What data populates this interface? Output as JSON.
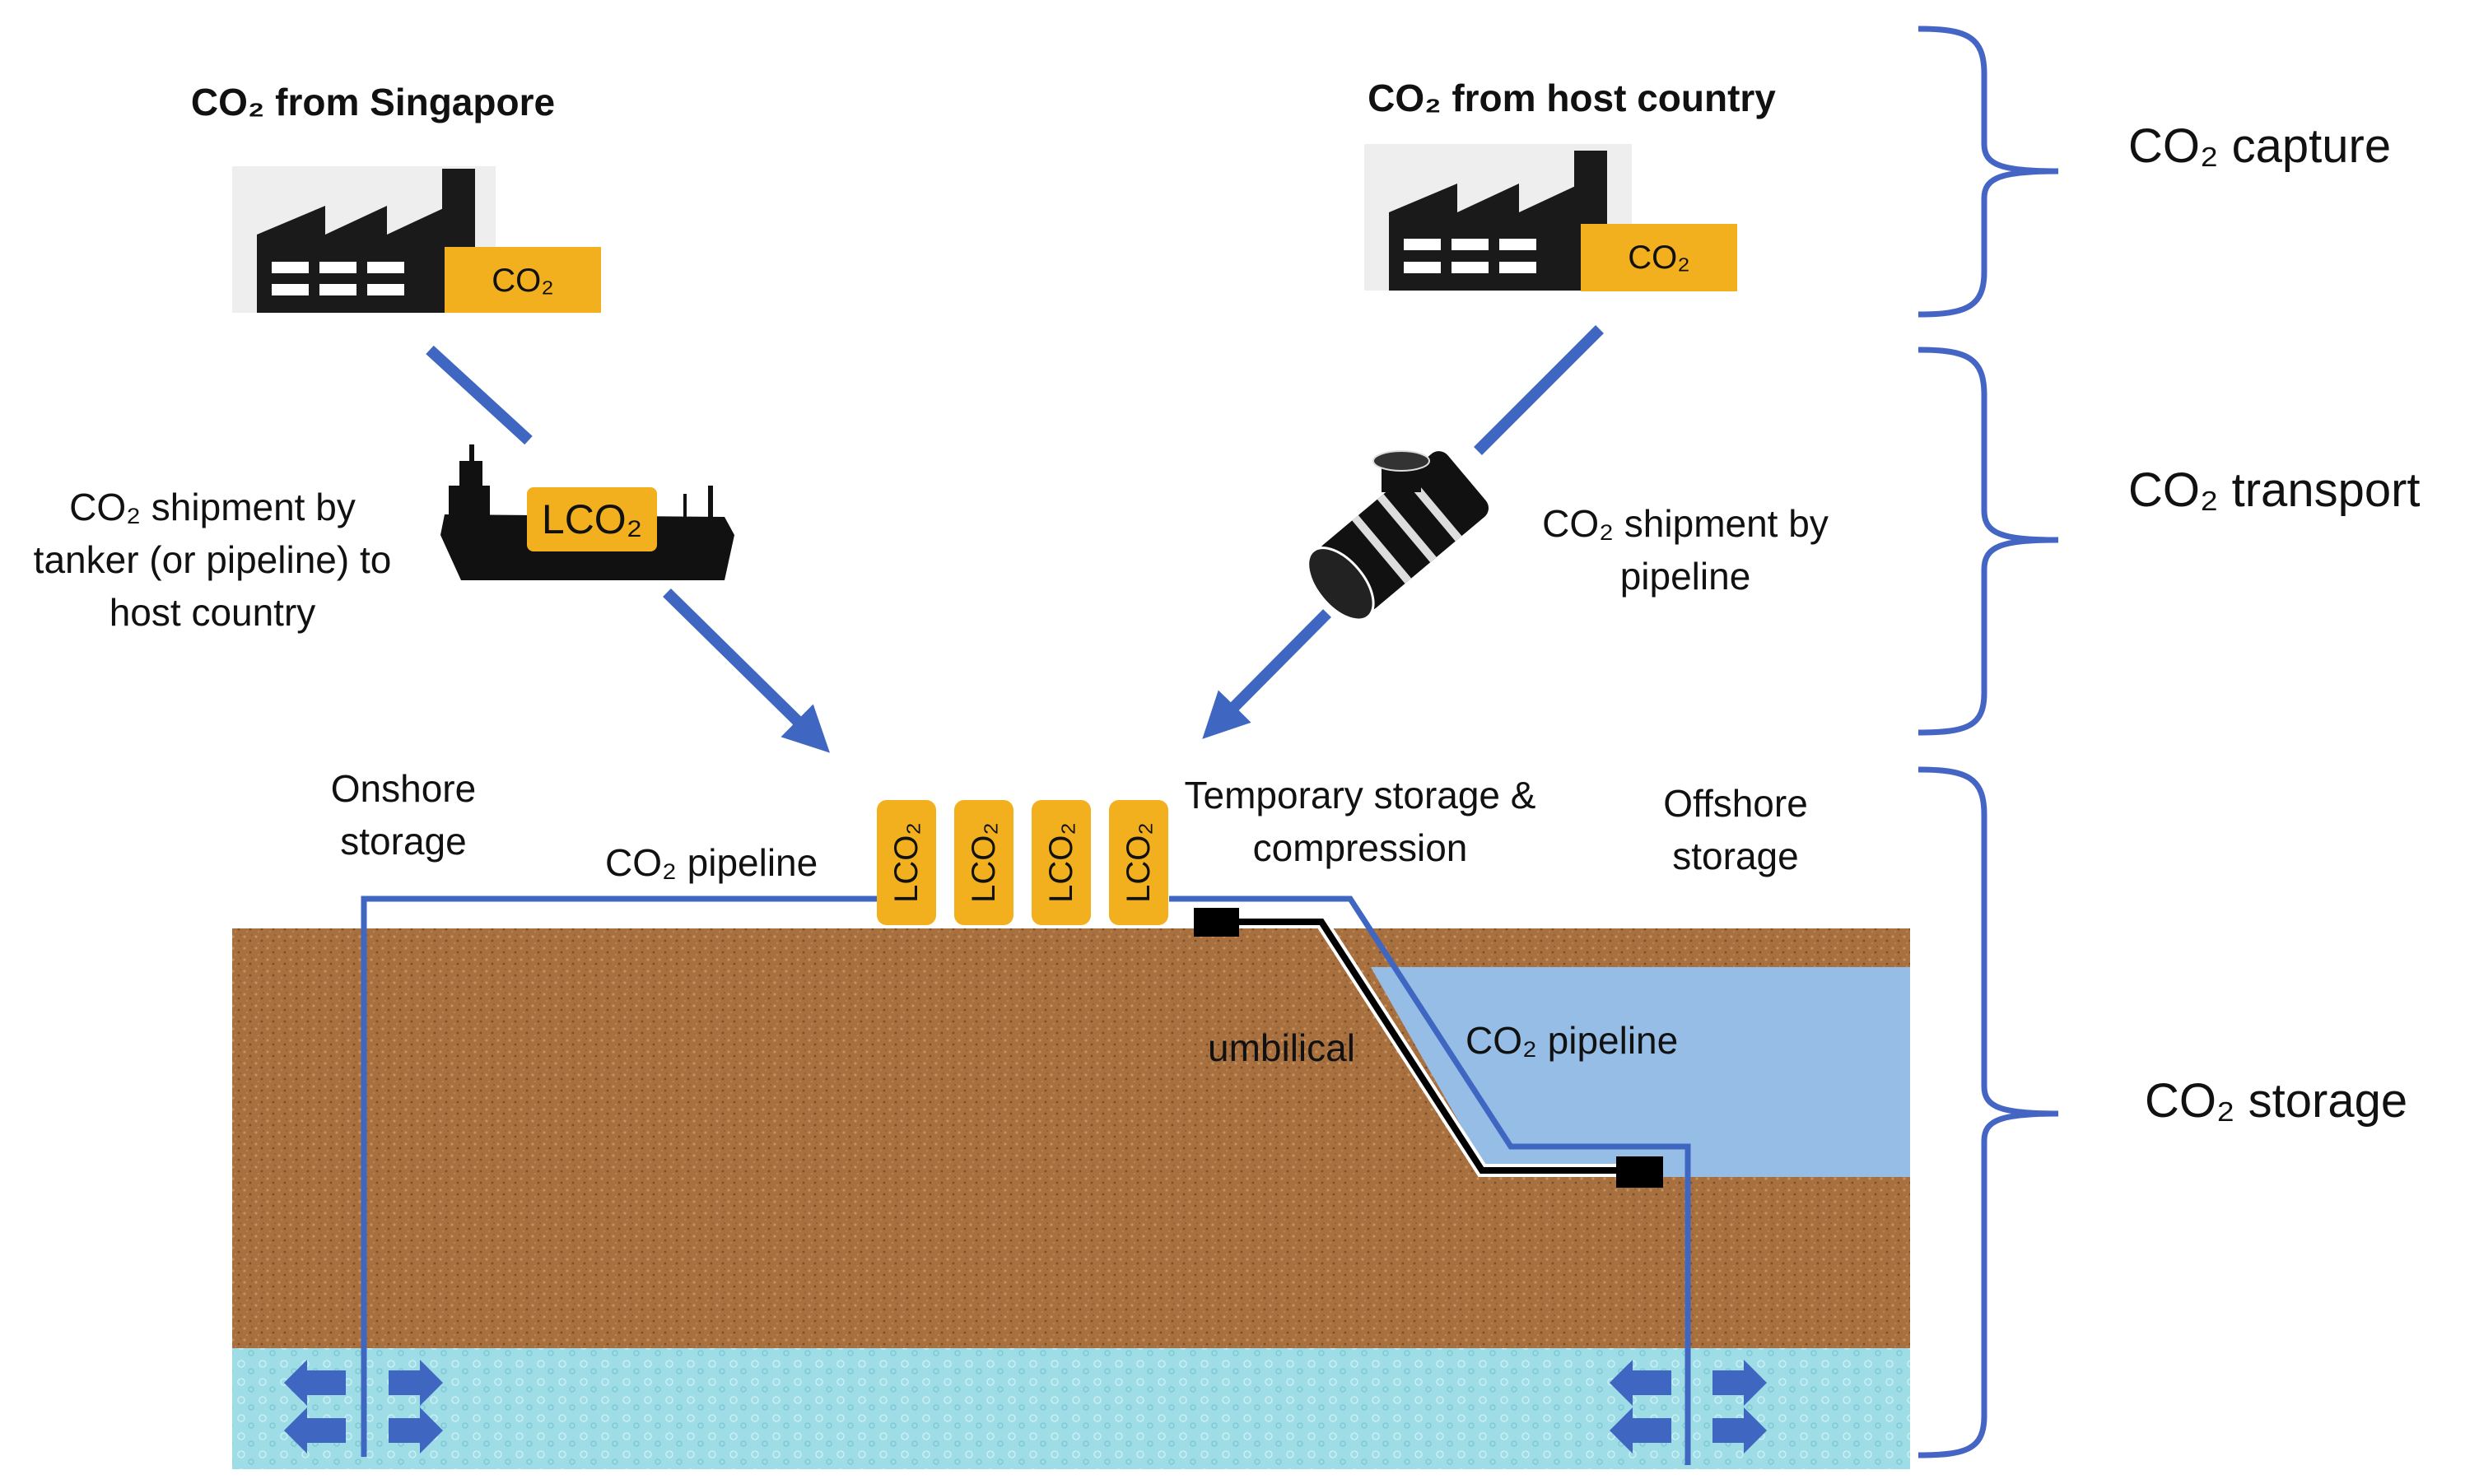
{
  "sources": {
    "singapore_title": "CO₂ from Singapore",
    "host_title": "CO₂ from host country",
    "factory_tag": "CO₂"
  },
  "transport": {
    "tanker_tag": "LCO₂",
    "tanker_label": [
      "CO₂ shipment by",
      "tanker (or pipeline) to",
      "host country"
    ],
    "pipeline_label": [
      "CO₂ shipment by",
      "pipeline"
    ]
  },
  "storage": {
    "onshore_label": [
      "Onshore",
      "storage"
    ],
    "offshore_label": [
      "Offshore",
      "storage"
    ],
    "temporary_label": [
      "Temporary storage &",
      "compression"
    ],
    "onshore_pipeline_label": "CO₂ pipeline",
    "offshore_pipeline_label": "CO₂ pipeline",
    "umbilical_label": "umbilical",
    "tank_label": "LCO₂",
    "tank_count": 4
  },
  "stages": {
    "capture": "CO₂ capture",
    "transport": "CO₂ transport",
    "storage": "CO₂ storage"
  },
  "colors": {
    "soil": "#a8703f",
    "aquifer": "#9fdde6",
    "sea": "#95bde6",
    "pipeline": "#3f67c2",
    "tank": "#f2b01e",
    "bracket": "#4565c4",
    "umbilical": "#000000"
  }
}
